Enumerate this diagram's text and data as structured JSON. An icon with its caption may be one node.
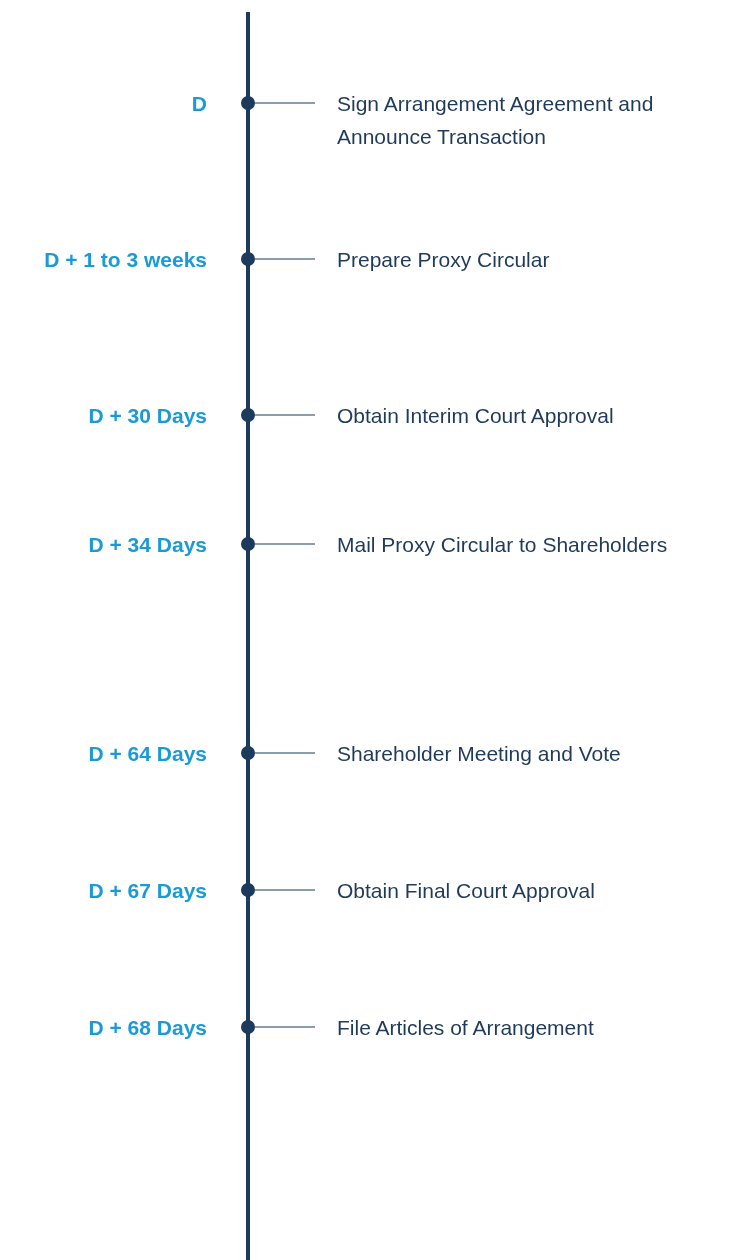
{
  "diagram": {
    "nodes": [
      {
        "text": [],
        "shape": "circle",
        "beside": [
          "D"
        ]
      },
      {
        "text": [
          "Sign Arrangement Agreement and Announce Transaction"
        ]
      },
      {
        "text": [],
        "shape": "circle",
        "beside": [
          "D + 1 to 3 weeks"
        ]
      },
      {
        "text": [
          "Prepare Proxy Circular"
        ]
      },
      {
        "text": [],
        "shape": "circle",
        "beside": [
          "D + 30 Days"
        ]
      },
      {
        "text": [
          "Obtain Interim Court Approval"
        ]
      },
      {
        "text": [],
        "shape": "circle",
        "beside": [
          "D + 34 Days"
        ]
      },
      {
        "text": [
          "Mail Proxy Circular to Shareholders"
        ]
      },
      {
        "text": [],
        "shape": "circle",
        "beside": [
          "D + 64 Days"
        ]
      },
      {
        "text": [
          "Shareholder Meeting and Vote"
        ]
      },
      {
        "text": [],
        "shape": "circle",
        "beside": [
          "D + 67 Days"
        ]
      },
      {
        "text": [
          "Obtain Final Court Approval"
        ]
      },
      {
        "text": [],
        "shape": "circle",
        "beside": [
          "D + 68 Days"
        ]
      },
      {
        "text": [
          "File Articles of Arrangement"
        ]
      }
    ],
    "edges": [
      {
        "from": 0,
        "to": 1,
        "arrow": "none"
      },
      {
        "from": 2,
        "to": 3,
        "arrow": "none"
      },
      {
        "from": 4,
        "to": 5,
        "arrow": "none"
      },
      {
        "from": 6,
        "to": 7,
        "arrow": "none"
      },
      {
        "from": 8,
        "to": 9,
        "arrow": "none"
      },
      {
        "from": 10,
        "to": 11,
        "arrow": "none"
      },
      {
        "from": 12,
        "to": 13,
        "arrow": "none"
      }
    ]
  }
}
